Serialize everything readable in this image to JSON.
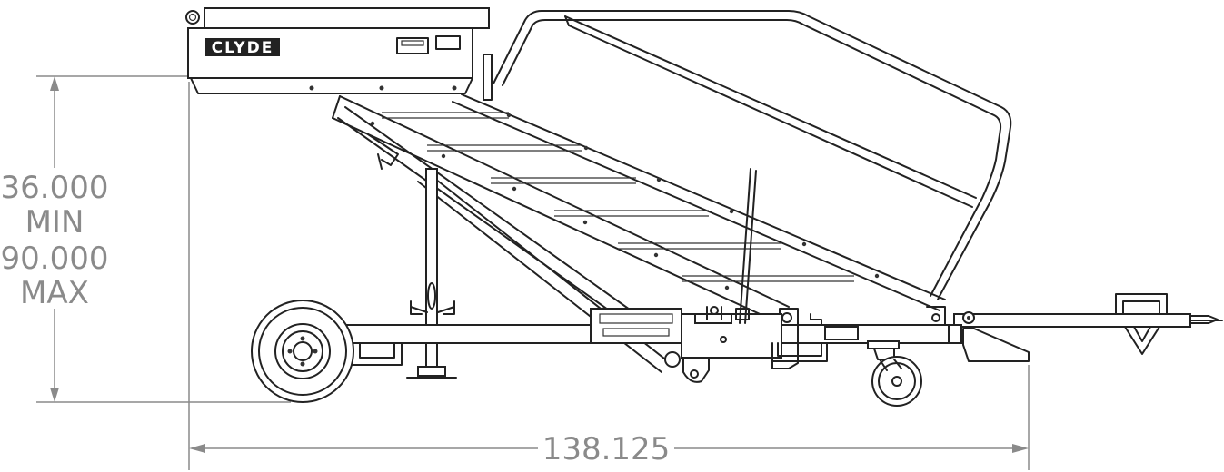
{
  "drawing": {
    "brand_label": "CLYDE",
    "dimensions": {
      "height_min_value": "36.000",
      "height_min_label": "MIN",
      "height_max_value": "90.000",
      "height_max_label": "MAX",
      "length_value": "138.125"
    },
    "colors": {
      "line": "#222222",
      "dimension": "#8a8a8a",
      "background": "#ffffff"
    }
  }
}
